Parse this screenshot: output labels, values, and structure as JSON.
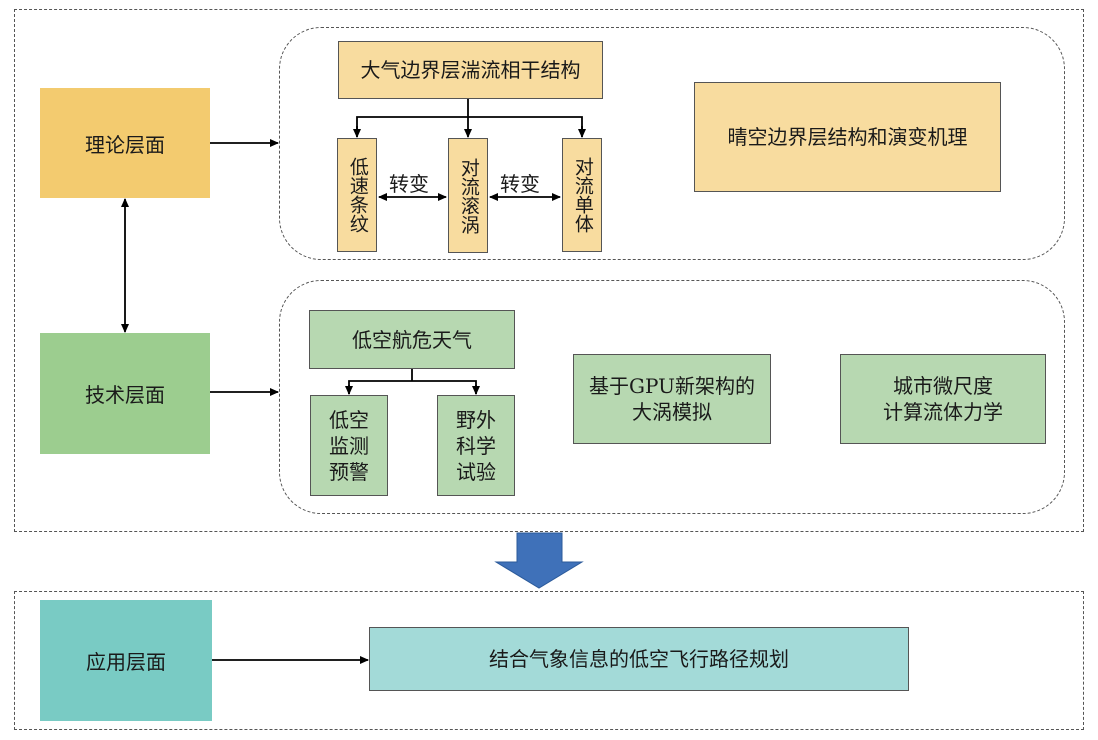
{
  "layers": {
    "theory": "理论层面",
    "technology": "技术层面",
    "application": "应用层面"
  },
  "theory_group": {
    "root": "大气边界层湍流相干结构",
    "children": [
      "低速条纹",
      "对流滚涡",
      "对流单体"
    ],
    "transition_labels": [
      "转变",
      "转变"
    ],
    "side_box": "晴空边界层结构和演变机理"
  },
  "technology_group": {
    "root": "低空航危天气",
    "children": [
      "低空\n监测\n预警",
      "野外\n科学\n试验"
    ],
    "box_gpu": "基于GPU新架构的\n大涡模拟",
    "box_cfd": "城市微尺度\n计算流体力学"
  },
  "application_group": {
    "box": "结合气象信息的低空飞行路径规划"
  },
  "colors": {
    "theory_layer": "#f3cb6f",
    "technology_layer": "#9ccd8f",
    "application_layer": "#79cbc4",
    "theory_box": "#f8dc9f",
    "technology_box": "#b7d8b1",
    "application_box": "#a3dad8",
    "down_arrow": "#3f71b9"
  }
}
